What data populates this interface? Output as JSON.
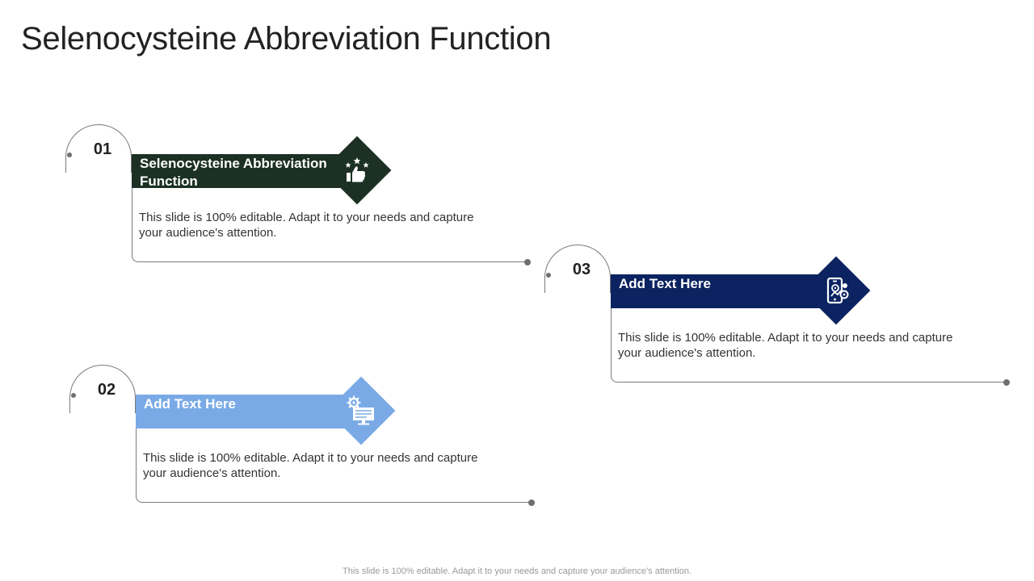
{
  "title": "Selenocysteine Abbreviation Function",
  "items": [
    {
      "number": "01",
      "heading": "Selenocysteine Abbreviation Function",
      "description": "This slide is 100% editable. Adapt it to your needs and capture your audience's attention.",
      "color": "#1c3024",
      "icon": "thumbs-up-stars-icon"
    },
    {
      "number": "02",
      "heading": "Add Text Here",
      "description": "This slide is 100% editable. Adapt it to your needs and capture your audience's attention.",
      "color": "#7aaae6",
      "icon": "gear-monitor-icon"
    },
    {
      "number": "03",
      "heading": "Add Text Here",
      "description": "This slide is 100% editable. Adapt it to your needs and capture your audience's attention.",
      "color": "#0b2360",
      "icon": "mobile-settings-icon"
    }
  ],
  "footer": "This slide is 100% editable. Adapt it to your needs and capture your audience's attention."
}
